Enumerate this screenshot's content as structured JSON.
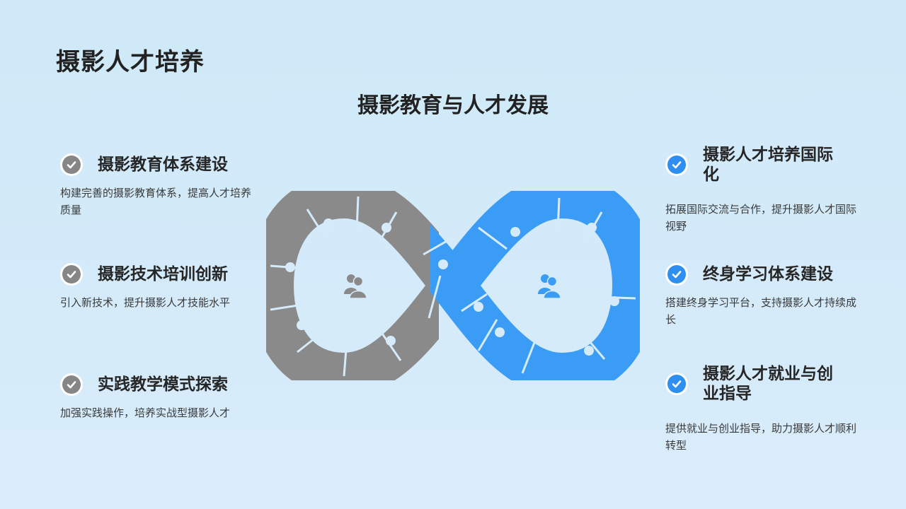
{
  "header": {
    "title": "摄影人才培养",
    "subtitle": "摄影教育与人才发展"
  },
  "colors": {
    "gray_loop": "#8a8a8a",
    "blue_loop": "#3a9cf5",
    "check_gray": "#868686",
    "check_blue": "#2e8ff0"
  },
  "left_items": [
    {
      "title": "摄影教育体系建设",
      "desc": "构建完善的摄影教育体系，提高人才培养质量",
      "icon": "check-circle-icon"
    },
    {
      "title": "摄影技术培训创新",
      "desc": "引入新技术，提升摄影人才技能水平",
      "icon": "check-circle-icon"
    },
    {
      "title": "实践教学模式探索",
      "desc": "加强实践操作，培养实战型摄影人才",
      "icon": "check-circle-icon"
    }
  ],
  "right_items": [
    {
      "title": "摄影人才培养国际化",
      "desc": "拓展国际交流与合作，提升摄影人才国际视野",
      "icon": "check-circle-icon"
    },
    {
      "title": "终身学习体系建设",
      "desc": "搭建终身学习平台，支持摄影人才持续成长",
      "icon": "check-circle-icon"
    },
    {
      "title": "摄影人才就业与创业指导",
      "desc": "提供就业与创业指导，助力摄影人才顺利转型",
      "icon": "check-circle-icon"
    }
  ],
  "center_graphic": {
    "left_icon": "users-icon",
    "right_icon": "users-icon"
  }
}
